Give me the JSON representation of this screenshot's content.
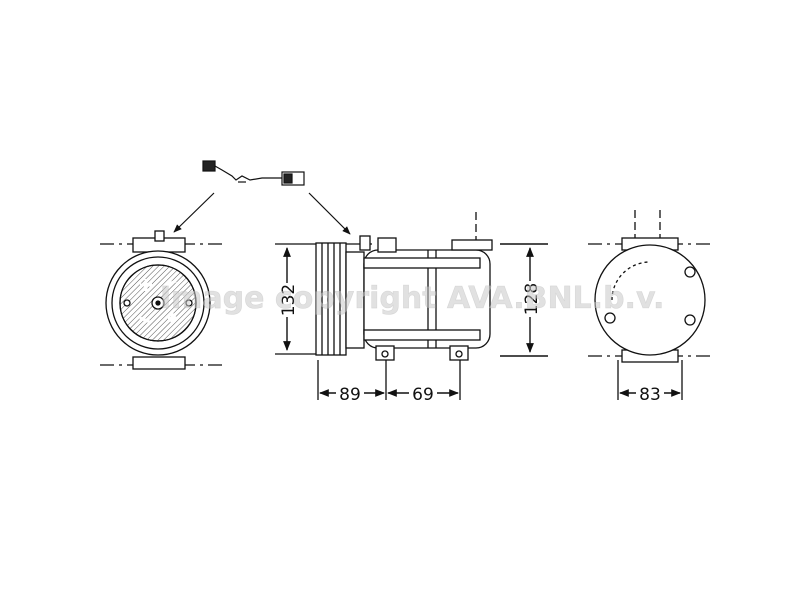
{
  "watermark": "Image copyright AVA.BNL.b.v.",
  "dimensions": {
    "front_height": "132",
    "clutch_length": "89",
    "body_length": "69",
    "rear_height": "128",
    "rear_width": "83"
  },
  "colors": {
    "line": "#111111",
    "background": "#ffffff",
    "watermark": "#c8c8c8"
  }
}
